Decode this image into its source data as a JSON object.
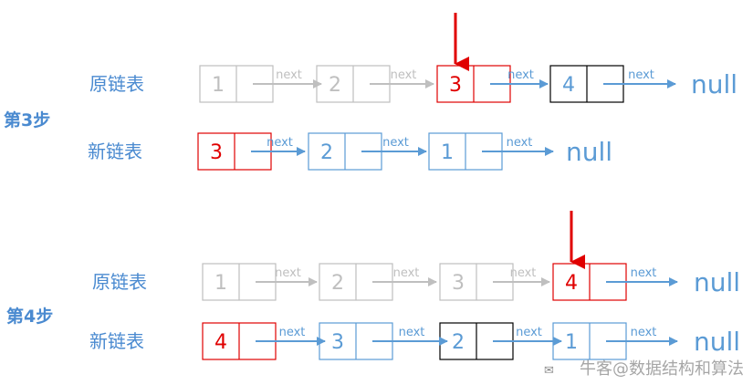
{
  "colors": {
    "blue": "#5b9bd5",
    "gray": "#bfbfbf",
    "red": "#e00000",
    "black": "#000000",
    "label": "#4a8ad0",
    "watermark": "#a6a6a6"
  },
  "steps": [
    {
      "label": "第3步",
      "rows": [
        {
          "label": "原链表",
          "nodes": [
            {
              "value": "1",
              "style": "gray"
            },
            {
              "value": "2",
              "style": "gray"
            },
            {
              "value": "3",
              "style": "red",
              "pointer": true
            },
            {
              "value": "4",
              "style": "black"
            }
          ],
          "links": [
            {
              "label": "next",
              "style": "gray"
            },
            {
              "label": "next",
              "style": "gray"
            },
            {
              "label": "next",
              "style": "blue"
            },
            {
              "label": "next",
              "style": "blue"
            }
          ],
          "terminal": "null"
        },
        {
          "label": "新链表",
          "nodes": [
            {
              "value": "3",
              "style": "red"
            },
            {
              "value": "2",
              "style": "blue"
            },
            {
              "value": "1",
              "style": "blue"
            }
          ],
          "links": [
            {
              "label": "next",
              "style": "blue"
            },
            {
              "label": "next",
              "style": "blue"
            },
            {
              "label": "next",
              "style": "blue"
            }
          ],
          "terminal": "null"
        }
      ]
    },
    {
      "label": "第4步",
      "rows": [
        {
          "label": "原链表",
          "nodes": [
            {
              "value": "1",
              "style": "gray"
            },
            {
              "value": "2",
              "style": "gray"
            },
            {
              "value": "3",
              "style": "gray"
            },
            {
              "value": "4",
              "style": "red",
              "pointer": true
            }
          ],
          "links": [
            {
              "label": "next",
              "style": "gray"
            },
            {
              "label": "next",
              "style": "gray"
            },
            {
              "label": "next",
              "style": "gray"
            },
            {
              "label": "next",
              "style": "blue"
            }
          ],
          "terminal": "null"
        },
        {
          "label": "新链表",
          "nodes": [
            {
              "value": "4",
              "style": "red"
            },
            {
              "value": "3",
              "style": "blue"
            },
            {
              "value": "2",
              "style": "black"
            },
            {
              "value": "1",
              "style": "blue"
            }
          ],
          "links": [
            {
              "label": "next",
              "style": "blue"
            },
            {
              "label": "next",
              "style": "blue"
            },
            {
              "label": "next",
              "style": "blue"
            },
            {
              "label": "next",
              "style": "blue"
            }
          ],
          "terminal": "null"
        }
      ]
    }
  ],
  "watermark": "牛客@数据结构和算法"
}
